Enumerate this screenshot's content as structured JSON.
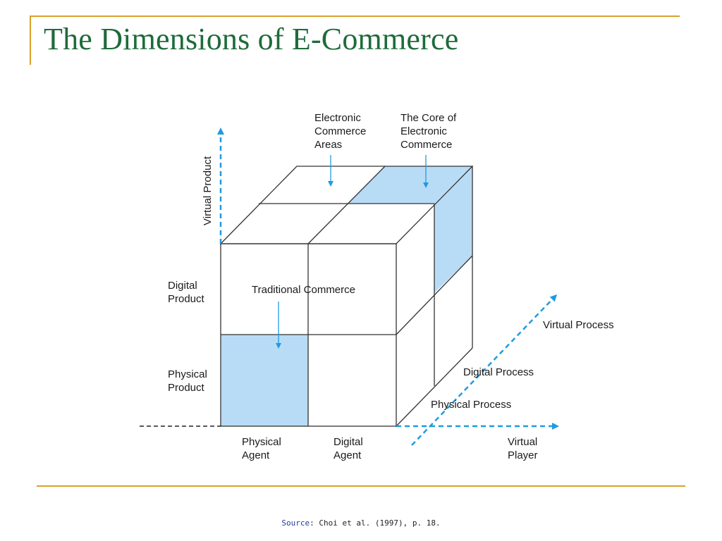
{
  "slide": {
    "title": "The Dimensions of E-Commerce"
  },
  "diagram": {
    "labels": {
      "virtual_product": "Virtual Product",
      "digital_product": [
        "Digital",
        "Product"
      ],
      "physical_product": [
        "Physical",
        "Product"
      ],
      "physical_agent": [
        "Physical",
        "Agent"
      ],
      "digital_agent": [
        "Digital",
        "Agent"
      ],
      "virtual_player": [
        "Virtual",
        "Player"
      ],
      "virtual_process": "Virtual Process",
      "digital_process": "Digital Process",
      "physical_process": "Physical Process",
      "traditional_commerce": "Traditional Commerce",
      "ec_areas": [
        "Electronic",
        "Commerce",
        "Areas"
      ],
      "core_ec": [
        "The Core of",
        "Electronic",
        "Commerce"
      ]
    },
    "colors": {
      "highlight": "#b9dcf6",
      "axis": "#1f9be0",
      "line": "#333333"
    }
  },
  "footer": {
    "source_label": "Source",
    "source_text": ": Choi et al. (1997), p. 18."
  }
}
